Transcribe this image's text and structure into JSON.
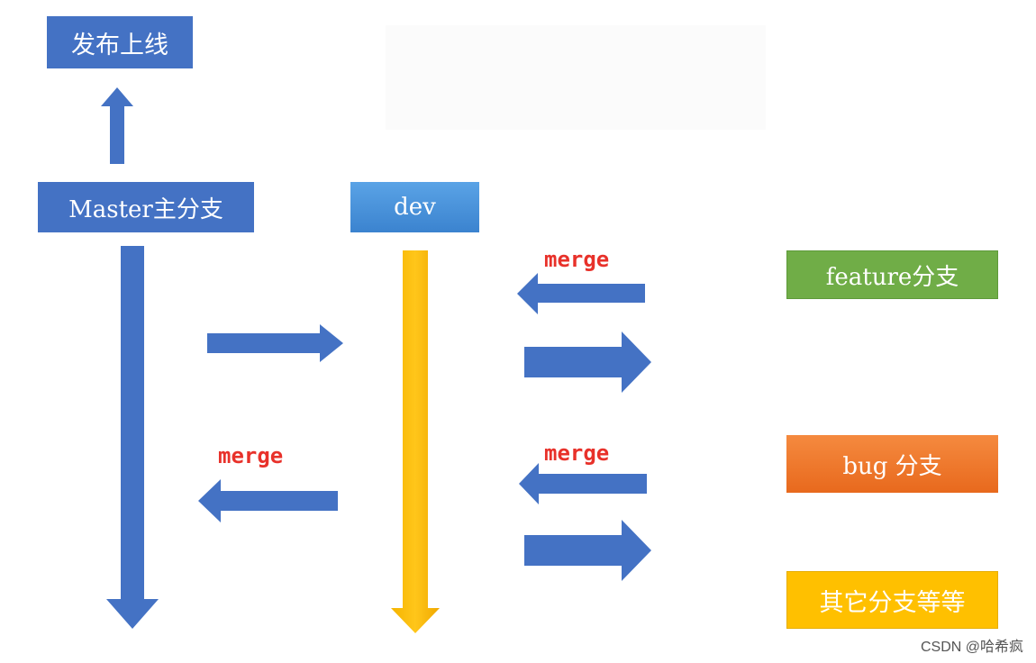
{
  "nodes": {
    "release": "发布上线",
    "master": "Master主分支",
    "dev": "dev",
    "feature": "feature分支",
    "bug": "bug 分支",
    "others": "其它分支等等"
  },
  "edges": {
    "merge_feature": "merge",
    "merge_bug": "merge",
    "merge_master": "merge"
  },
  "colors": {
    "blue": "#4472c4",
    "yellow": "#ffc000",
    "green": "#70ad47",
    "orange": "#ed7d31"
  },
  "watermark": "CSDN @哈希疯"
}
